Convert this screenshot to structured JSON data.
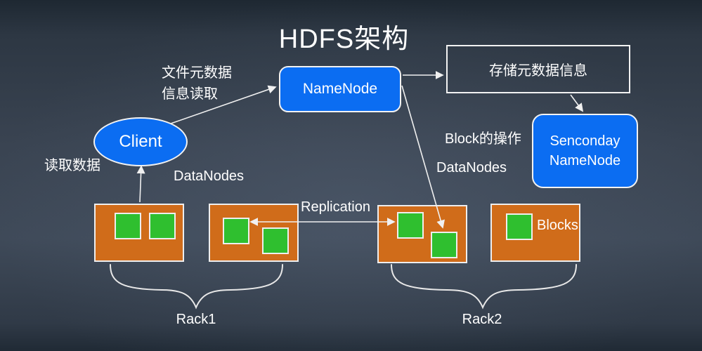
{
  "title": "HDFS架构",
  "client": {
    "label": "Client"
  },
  "namenode": {
    "label": "NameNode"
  },
  "meta_box": {
    "label": "存储元数据信息"
  },
  "secondary_namenode": {
    "line1": "Senconday",
    "line2": "NameNode"
  },
  "annotations": {
    "file_meta_read": "文件元数据\n信息读取",
    "read_data": "读取数据",
    "datanodes_left": "DataNodes",
    "block_operation": "Block的操作",
    "datanodes_right": "DataNodes",
    "replication": "Replication",
    "blocks": "Blocks"
  },
  "racks": [
    {
      "name": "Rack1",
      "servers": [
        {
          "blocks": 2
        },
        {
          "blocks": 2
        }
      ]
    },
    {
      "name": "Rack2",
      "servers": [
        {
          "blocks": 2
        },
        {
          "blocks": 1
        }
      ]
    }
  ],
  "colors": {
    "node_blue": "#0b6df2",
    "rack_orange": "#d06c1a",
    "block_green": "#2fbf2f",
    "line_white": "#f0f0f0",
    "text_white": "#ffffff",
    "background_top": "#1e2832",
    "background_mid": "#3f4a59",
    "background_bottom": "#202a35"
  }
}
